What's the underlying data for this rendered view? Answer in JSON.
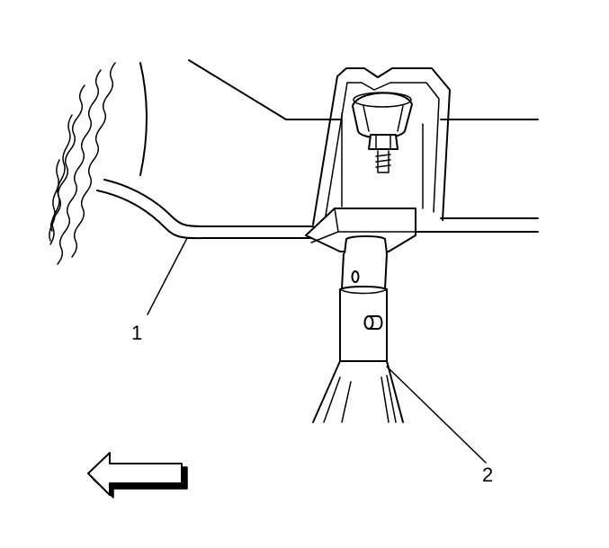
{
  "callouts": [
    {
      "id": "1",
      "label": "1"
    },
    {
      "id": "2",
      "label": "2"
    }
  ],
  "direction_arrow": {
    "icon": "arrow-left-icon"
  }
}
